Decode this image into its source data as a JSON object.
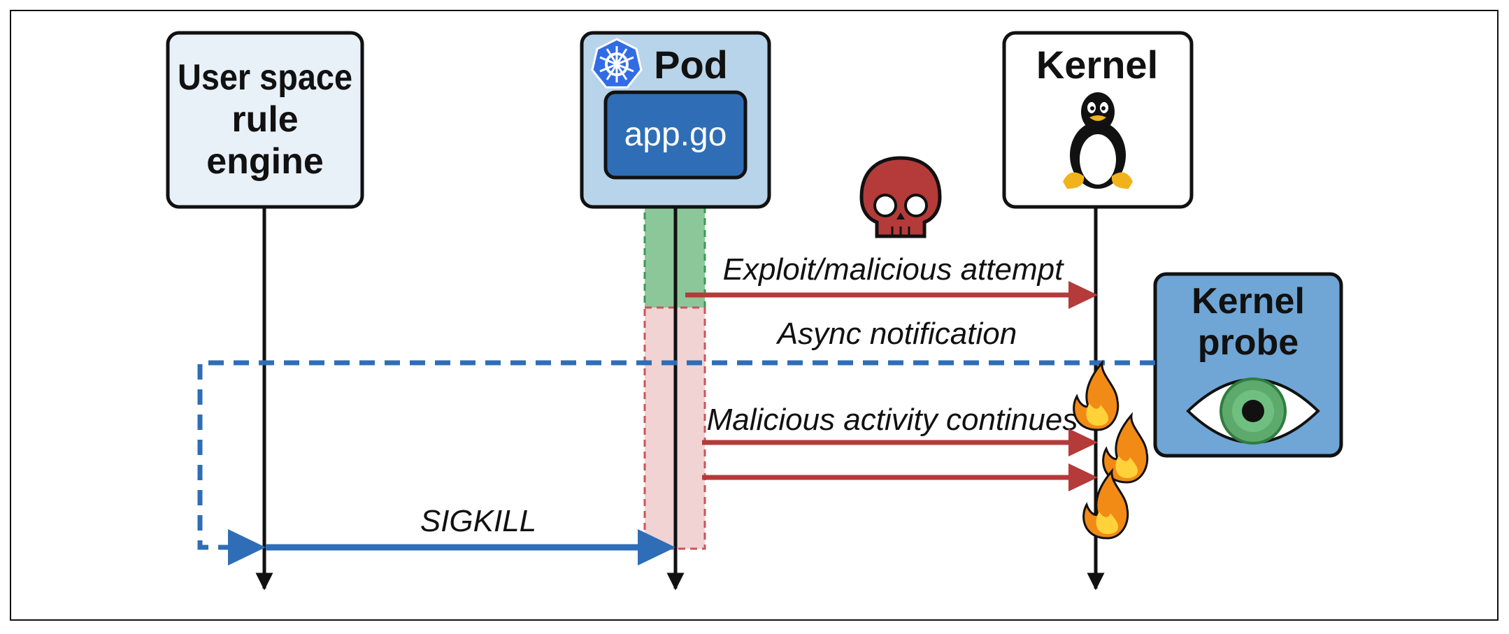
{
  "actors": {
    "user_engine": {
      "label_lines": [
        "User space",
        "rule",
        "engine"
      ]
    },
    "pod": {
      "label": "Pod",
      "app_label": "app.go"
    },
    "kernel": {
      "label": "Kernel"
    },
    "kernel_probe": {
      "label_lines": [
        "Kernel",
        "probe"
      ]
    }
  },
  "messages": {
    "exploit": "Exploit/malicious attempt",
    "async": "Async notification",
    "continues": "Malicious activity continues",
    "sigkill": "SIGKILL"
  },
  "icons": [
    "kubernetes-icon",
    "tux-penguin-icon",
    "skull-icon",
    "eye-icon",
    "flame-icon"
  ],
  "colors": {
    "user_box_fill": "#e8f0f8",
    "pod_box_fill": "#b8d4ea",
    "app_box_fill": "#2f6eb6",
    "probe_box_fill": "#6fa6d6",
    "red_arrow": "#b53a3a",
    "blue_arrow": "#2f6eb6",
    "safe_region": "#8cc79a",
    "compromised_region": "#f1d3d3"
  }
}
